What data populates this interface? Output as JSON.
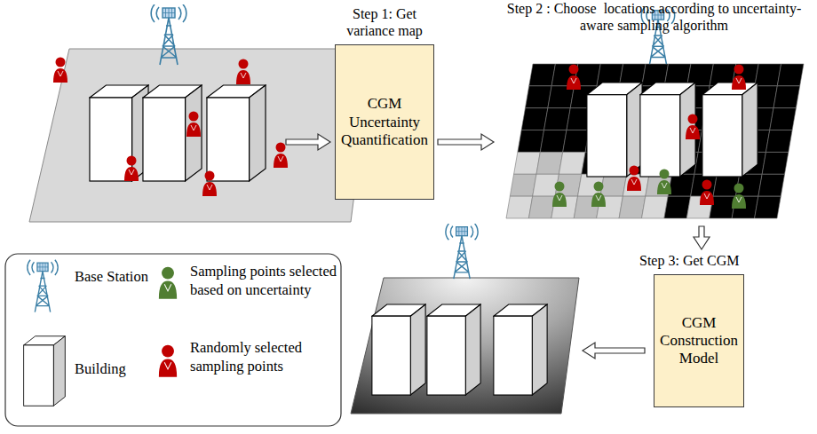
{
  "diagram": {
    "nodes": [
      {
        "text": [
          "Step 1: Get variance map",
          "CGM Uncertainty Quantification"
        ]
      },
      {
        "text": [
          "Step 2 : Choose  locations according to uncertainty-aware sampling algorithm"
        ]
      },
      {
        "text": [
          "Step 3: Get CGM",
          "CGM Construction Model"
        ]
      }
    ],
    "edges": [
      {
        "from": 0,
        "to": 1,
        "arrow": "to"
      },
      {
        "from": 1,
        "to": 2,
        "arrow": "to"
      }
    ],
    "legend": [
      {
        "text": "Base Station"
      },
      {
        "text": "Building"
      },
      {
        "text": "Sampling points selected based on uncertainty"
      },
      {
        "text": "Randomly selected sampling points"
      }
    ]
  }
}
